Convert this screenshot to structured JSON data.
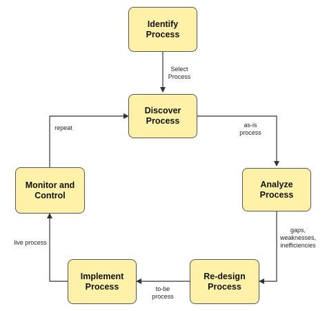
{
  "colors": {
    "node_fill": "#fff2a8",
    "node_border": "#555555",
    "edge": "#333333"
  },
  "nodes": {
    "identify": "Identify\nProcess",
    "discover": "Discover\nProcess",
    "analyze": "Analyze\nProcess",
    "redesign": "Re-design\nProcess",
    "implement": "Implement\nProcess",
    "monitor": "Monitor and\nControl"
  },
  "edges": {
    "select": "Select\nProcess",
    "asis": "as-is\nprocess",
    "gaps": "gaps,\nweaknesses,\ninefficiencies",
    "tobe": "to-be\nprocess",
    "live": "live process",
    "repeat": "repeat"
  }
}
